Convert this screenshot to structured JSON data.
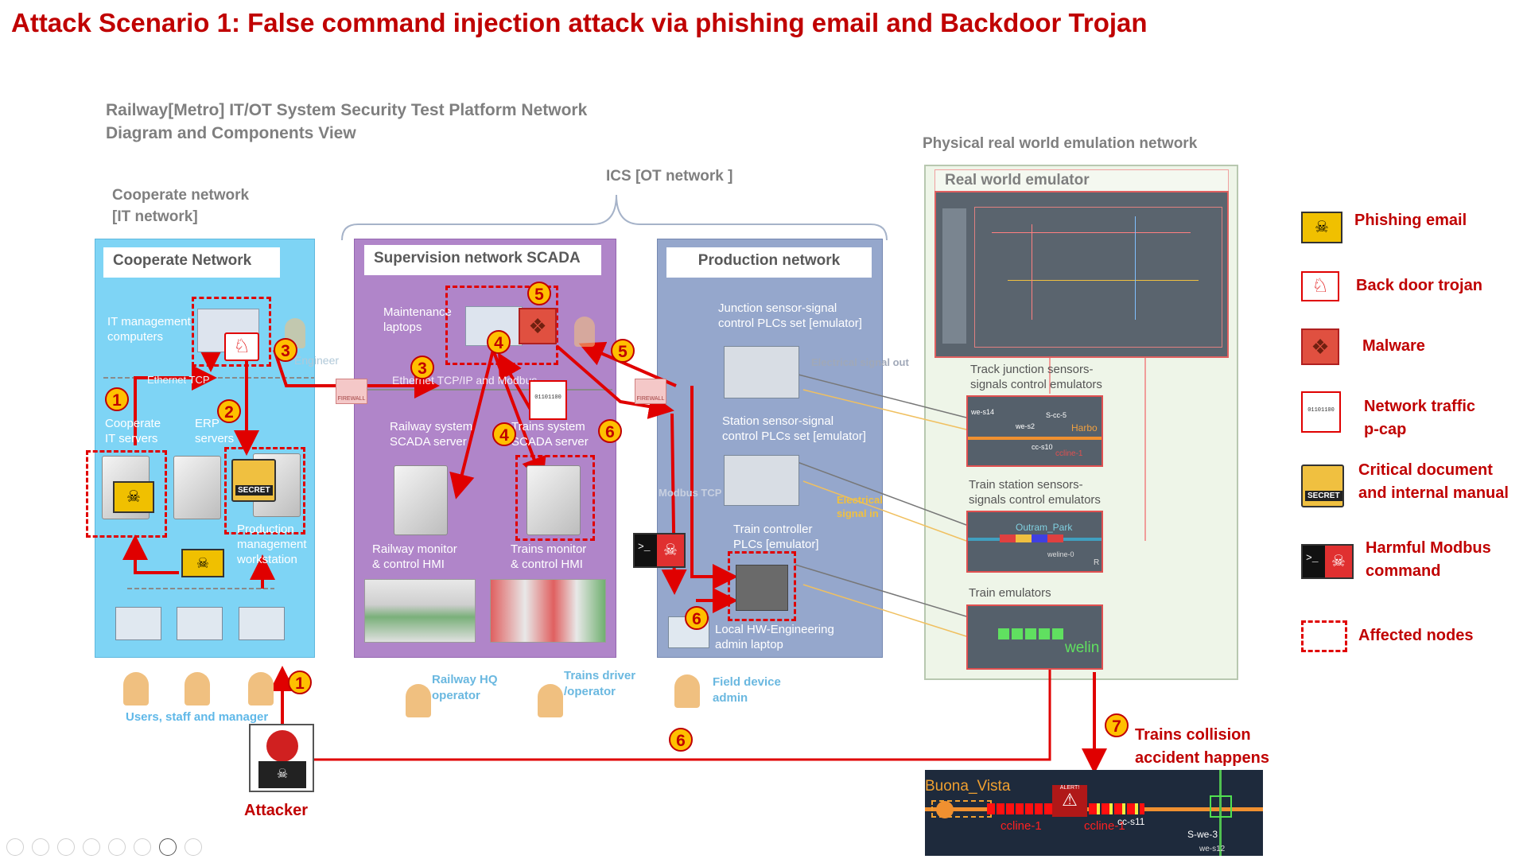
{
  "title": "Attack Scenario 1: False command injection attack via phishing email and Backdoor Trojan",
  "diagram": {
    "platform_title_line1": "Railway[Metro] IT/OT System Security Test Platform Network",
    "platform_title_line2": "Diagram and Components View",
    "physical_title": "Physical real world emulation network",
    "ics_label": "ICS [OT network ]",
    "corp_outer_line1": "Cooperate network",
    "corp_outer_line2": "[IT network]",
    "zones": {
      "corporate": "Cooperate Network",
      "supervision": "Supervision network  SCADA",
      "production": "Production network",
      "emulator": "Real world emulator"
    },
    "nodes": {
      "it_mgmt_line1": "IT management",
      "it_mgmt_line2": "computers",
      "engineer": "Engineer",
      "ethernet_left": "Ethernet TCP",
      "corp_it_line1": "Cooperate",
      "corp_it_line2": "IT servers",
      "erp_line1": "ERP",
      "erp_line2": "servers",
      "prod_mgmt_line1": "Production",
      "prod_mgmt_line2": "management",
      "prod_mgmt_line3": "workstation",
      "users": "Users, staff and manager",
      "firewall": "FIREWALL",
      "maint_line1": "Maintenance",
      "maint_line2": "laptops",
      "ethernet_mid": "Ethernet TCP/IP and Modbus",
      "rail_scada_line1": "Railway system",
      "rail_scada_line2": "SCADA server",
      "train_scada_line1": "Trains system",
      "train_scada_line2": "SCADA server",
      "rail_hmi_line1": "Railway monitor",
      "rail_hmi_line2": "& control HMI",
      "train_hmi_line1": "Trains monitor",
      "train_hmi_line2": "& control HMI",
      "rail_hq_line1": "Railway HQ",
      "rail_hq_line2": "operator",
      "train_driver_line1": "Trains driver",
      "train_driver_line2": "/operator",
      "junction_plc_line1": "Junction sensor-signal",
      "junction_plc_line2": "control PLCs set [emulator]",
      "elec_out": "Electrical signal out",
      "station_plc_line1": "Station sensor-signal",
      "station_plc_line2": "control PLCs set [emulator]",
      "modbus_tcp": "Modbus TCP",
      "elec_in_line1": "Electrical",
      "elec_in_line2": "signal in",
      "train_plc_line1": "Train controller",
      "train_plc_line2": "PLCs [emulator]",
      "eng_laptop_line1": "Local HW-Engineering",
      "eng_laptop_line2": "admin laptop",
      "field_admin_line1": "Field device",
      "field_admin_line2": "admin",
      "track_emu_line1": "Track junction sensors-",
      "track_emu_line2": "signals control emulators",
      "station_emu_line1": "Train station sensors-",
      "station_emu_line2": "signals control emulators",
      "train_emu": "Train emulators",
      "attacker": "Attacker",
      "collision_line1": "Trains collision",
      "collision_line2": "accident happens",
      "secret": "SECRET",
      "pcap_digits": "01101100",
      "emu_labels": {
        "we_s14": "we-s14",
        "s_cc_5": "S-cc-5",
        "we_s2": "we-s2",
        "cc_s10": "cc-s10",
        "ccline_1": "ccline-1",
        "harbour": "Harbo",
        "outram": "Outram_Park",
        "weline_0": "weline-0",
        "r": "R",
        "welin": "welin"
      },
      "inset": {
        "station": "Buona_Vista",
        "alert": "ALERT!",
        "ccline_a": "ccline-1",
        "ccline_b": "ccline-1",
        "cc_s11": "cc-s11",
        "s_we_3": "S-we-3",
        "s_we_12": "we-s12"
      }
    },
    "steps": [
      {
        "id": "b1a",
        "label": "1"
      },
      {
        "id": "b1b",
        "label": "1"
      },
      {
        "id": "b2",
        "label": "2"
      },
      {
        "id": "b3a",
        "label": "3"
      },
      {
        "id": "b3b",
        "label": "3"
      },
      {
        "id": "b4a",
        "label": "4"
      },
      {
        "id": "b4b",
        "label": "4"
      },
      {
        "id": "b5a",
        "label": "5"
      },
      {
        "id": "b5b",
        "label": "5"
      },
      {
        "id": "b6a",
        "label": "6"
      },
      {
        "id": "b6b",
        "label": "6"
      },
      {
        "id": "b6c",
        "label": "6"
      },
      {
        "id": "b7",
        "label": "7"
      }
    ]
  },
  "legend": {
    "phishing": "Phishing email",
    "backdoor": "Back door trojan",
    "malware": "Malware",
    "pcap_line1": "Network traffic",
    "pcap_line2": "p-cap",
    "doc_line1": "Critical document",
    "doc_line2": "and internal manual",
    "modbus_line1": "Harmful Modbus",
    "modbus_line2": "command",
    "affected": "Affected nodes"
  },
  "colors": {
    "title_red": "#c00000",
    "arrow_red": "#e00000",
    "corp_blue": "#7ed4f5",
    "scada_purple": "#b085c9",
    "prod_blue": "#95a7cc",
    "emu_green": "#eef5e8",
    "badge_yellow": "#ffc000"
  },
  "player_controls": [
    "prev-icon",
    "play-icon",
    "pen-icon",
    "slides-icon",
    "zoom-icon",
    "subtitle-icon",
    "camera-icon",
    "more-icon"
  ]
}
